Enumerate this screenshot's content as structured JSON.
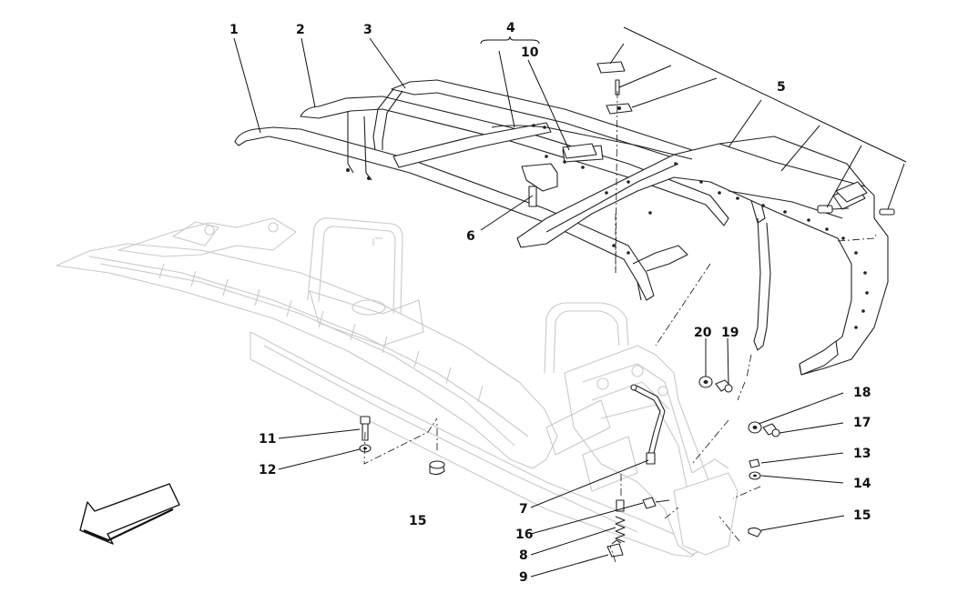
{
  "diagram": {
    "labels": {
      "l1": "1",
      "l2": "2",
      "l3": "3",
      "l4": "4",
      "l5": "5",
      "l6": "6",
      "l7": "7",
      "l8": "8",
      "l9": "9",
      "l10": "10",
      "l11": "11",
      "l12": "12",
      "l13": "13",
      "l14": "14",
      "l15a": "15",
      "l15b": "15",
      "l16": "16",
      "l17": "17",
      "l18": "18",
      "l19": "19",
      "l20": "20"
    },
    "icons": {
      "direction_arrow": "front-direction-arrow-icon"
    }
  }
}
